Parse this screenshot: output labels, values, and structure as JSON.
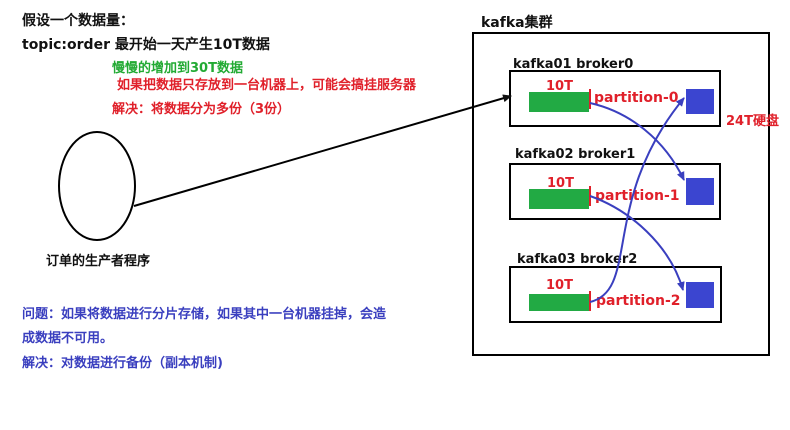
{
  "scenario": {
    "title": "假设一个数据量：",
    "topic_line": "topic:order  最开始一天产生10T数据",
    "growth": "慢慢的增加到30T数据",
    "risk": "如果把数据只存放到一台机器上，可能会搞挂服务器",
    "solution1": "解决：将数据分为多份（3份）"
  },
  "producer": {
    "label": "订单的生产者程序"
  },
  "problem": {
    "line1": "问题：如果将数据进行分片存储，如果其中一台机器挂掉，会造",
    "line2": "成数据不可用。",
    "solution2": "解决：对数据进行备份（副本机制)"
  },
  "cluster": {
    "title": "kafka集群",
    "disk": "24T硬盘",
    "brokers": [
      {
        "name": "kafka01 broker0",
        "data": "10T",
        "partition": "partition-0"
      },
      {
        "name": "kafka02 broker1",
        "data": "10T",
        "partition": "partition-1"
      },
      {
        "name": "kafka03 broker2",
        "data": "10T",
        "partition": "partition-2"
      }
    ]
  },
  "colors": {
    "green": "#22aa44",
    "red": "#e0202a",
    "blue": "#3b45d0"
  }
}
